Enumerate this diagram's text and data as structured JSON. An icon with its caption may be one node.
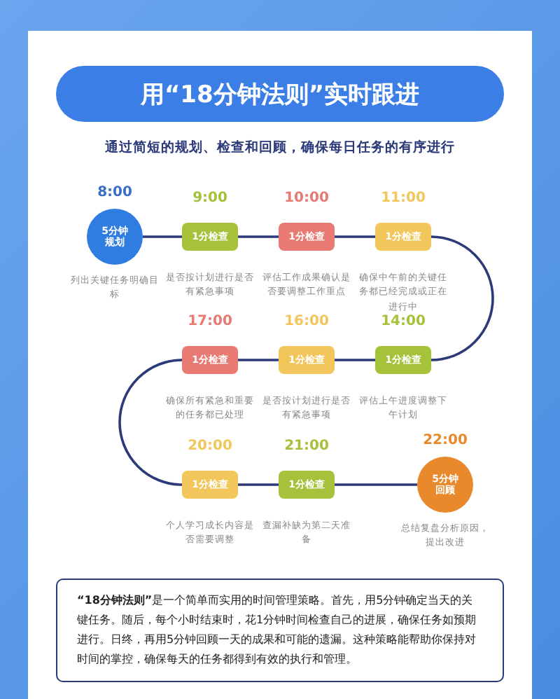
{
  "diagram": {
    "title": "用“18分钟法则”实时跟进",
    "nodes": [
      {
        "text": [
          "8:00",
          "5分钟规划"
        ],
        "beside": [
          "列出关键任务明确目标"
        ]
      },
      {
        "text": [
          "9:00",
          "1分检查"
        ],
        "beside": [
          "是否按计划进行是否有紧急事项"
        ]
      },
      {
        "text": [
          "10:00",
          "1分检查"
        ],
        "beside": [
          "评估工作成果确认是否要调整工作重点"
        ]
      },
      {
        "text": [
          "11:00",
          "1分检查"
        ],
        "beside": [
          "确保中午前的关键任务都已经完成或正在进行中"
        ]
      },
      {
        "text": [
          "14:00",
          "1分检查"
        ],
        "beside": [
          "评估上午进度调整下午计划"
        ]
      },
      {
        "text": [
          "16:00",
          "1分检查"
        ],
        "beside": [
          "是否按计划进行是否有紧急事项"
        ]
      },
      {
        "text": [
          "17:00",
          "1分检查"
        ],
        "beside": [
          "确保所有紧急和重要的任务都已处理"
        ]
      },
      {
        "text": [
          "20:00",
          "1分检查"
        ],
        "beside": [
          "个人学习成长内容是否需要调整"
        ]
      },
      {
        "text": [
          "21:00",
          "1分检查"
        ],
        "beside": [
          "查漏补缺为第二天准备"
        ]
      },
      {
        "text": [
          "22:00",
          "5分钟回顾"
        ],
        "beside": [
          "总结复盘分析原因，提出改进"
        ]
      }
    ],
    "edges": [
      {
        "from": 0,
        "to": 1,
        "arrow": "none"
      },
      {
        "from": 1,
        "to": 2,
        "arrow": "none"
      },
      {
        "from": 2,
        "to": 3,
        "arrow": "none"
      },
      {
        "from": 3,
        "to": 4,
        "arrow": "none"
      },
      {
        "from": 4,
        "to": 5,
        "arrow": "none"
      },
      {
        "from": 5,
        "to": 6,
        "arrow": "none"
      },
      {
        "from": 6,
        "to": 7,
        "arrow": "none"
      },
      {
        "from": 7,
        "to": 8,
        "arrow": "none"
      },
      {
        "from": 8,
        "to": 9,
        "arrow": "none"
      }
    ],
    "labels": [
      "通过简短的规划、检查和回顾，确保每日任务的有序进行",
      "**“18分钟法则”**是一个简单而实用的时间管理策略。首先，用5分钟确定当天的关键任务。随后，每个小时结束时，花1分钟时间检查自己的进展，确保任务如预期进行。日终，再用5分钟回顾一天的成果和可能的遗漏。这种策略能帮助你保持对时间的掌控，确保每天的任务都得到有效的执行和管理。"
    ]
  }
}
